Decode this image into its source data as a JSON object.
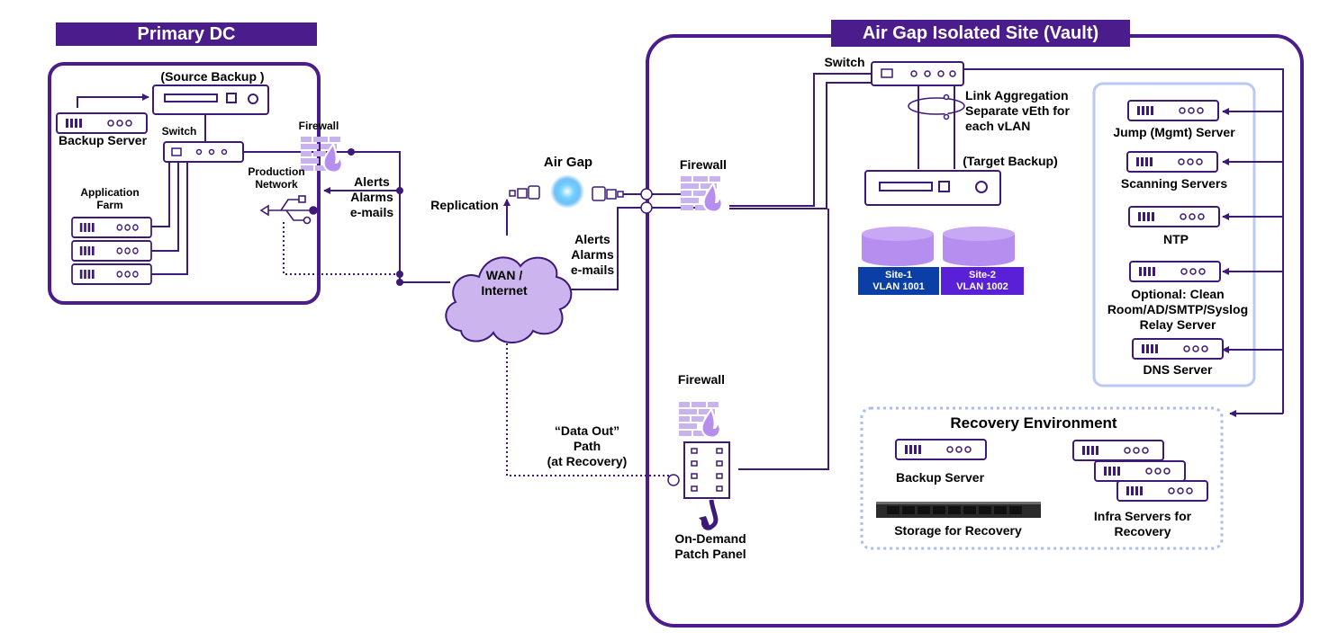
{
  "titles": {
    "primary": "Primary DC",
    "vault": "Air Gap Isolated Site (Vault)"
  },
  "primary": {
    "source_backup": "(Source Backup )",
    "backup_server": "Backup Server",
    "switch": "Switch",
    "firewall": "Firewall",
    "production_network": [
      "Production",
      "Network"
    ],
    "application_farm": [
      "Application",
      "Farm"
    ],
    "alerts": [
      "Alerts",
      "Alarms",
      "e-mails"
    ]
  },
  "middle": {
    "air_gap": "Air Gap",
    "replication": "Replication",
    "wan": [
      "WAN /",
      "Internet"
    ],
    "alerts": [
      "Alerts",
      "Alarms",
      "e-mails"
    ],
    "data_out": [
      "“Data Out”",
      "Path",
      "(at Recovery)"
    ]
  },
  "vault": {
    "switch": "Switch",
    "firewall_top": "Firewall",
    "link_aggregation": [
      "Link Aggregation",
      "Separate vEth for",
      "each vLAN"
    ],
    "target_backup": "(Target Backup)",
    "site1": [
      "Site-1",
      "VLAN 1001"
    ],
    "site2": [
      "Site-2",
      "VLAN 1002"
    ],
    "firewall_bottom": "Firewall",
    "patch_panel": [
      "On-Demand",
      "Patch Panel"
    ],
    "servers": {
      "jump": "Jump (Mgmt) Server",
      "scanning": "Scanning Servers",
      "ntp": "NTP",
      "optional": [
        "Optional: Clean",
        "Room/AD/SMTP/Syslog",
        "Relay Server"
      ],
      "dns": "DNS Server"
    },
    "recovery": {
      "title": "Recovery Environment",
      "backup_server": "Backup Server",
      "storage": "Storage for Recovery",
      "infra": [
        "Infra Servers for",
        "Recovery"
      ]
    }
  },
  "colors": {
    "brand": "#4b1d8c",
    "device": "#3d1a78",
    "lavender": "#c9b3ec",
    "cylinder": "#b68ef0",
    "vlan1": "#0b3fa6",
    "vlan2": "#5a20d8",
    "serverbox": "#c2d3f5"
  }
}
